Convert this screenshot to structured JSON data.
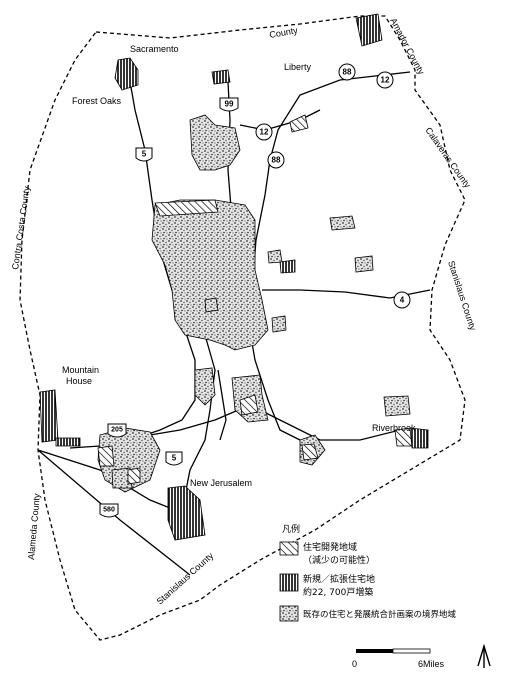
{
  "places": {
    "sacramento": "Sacramento",
    "forest_oaks": "Forest Oaks",
    "liberty": "Liberty",
    "mountain_house_1": "Mountain",
    "mountain_house_2": "House",
    "new_jerusalem": "New Jerusalem",
    "riverbrook": "Riverbrook"
  },
  "counties": {
    "county": "County",
    "amador": "Amador County",
    "calaveras": "Calaveras County",
    "contra_costa": "Contra Costa County",
    "stanislaus_east": "Stanislaus County",
    "stanislaus_south": "Stanislaus County",
    "alameda": "Alameda County"
  },
  "highways": {
    "h99": "99",
    "h5_north": "5",
    "h12_a": "12",
    "h12_b": "12",
    "h88_north": "88",
    "h88_south": "88",
    "h4": "4",
    "h205": "205",
    "h5_south": "5",
    "h580": "580"
  },
  "legend": {
    "title": "凡例",
    "item1_line1": "住宅開発地域",
    "item1_line2": "（減少の可能性）",
    "item2_line1": "新規／拡張住宅地",
    "item2_line2": "約22, 700戸増築",
    "item3_line1": "既存の住宅と発展統合計画案の境界地域"
  },
  "scale": {
    "zero": "0",
    "end": "6Miles"
  }
}
